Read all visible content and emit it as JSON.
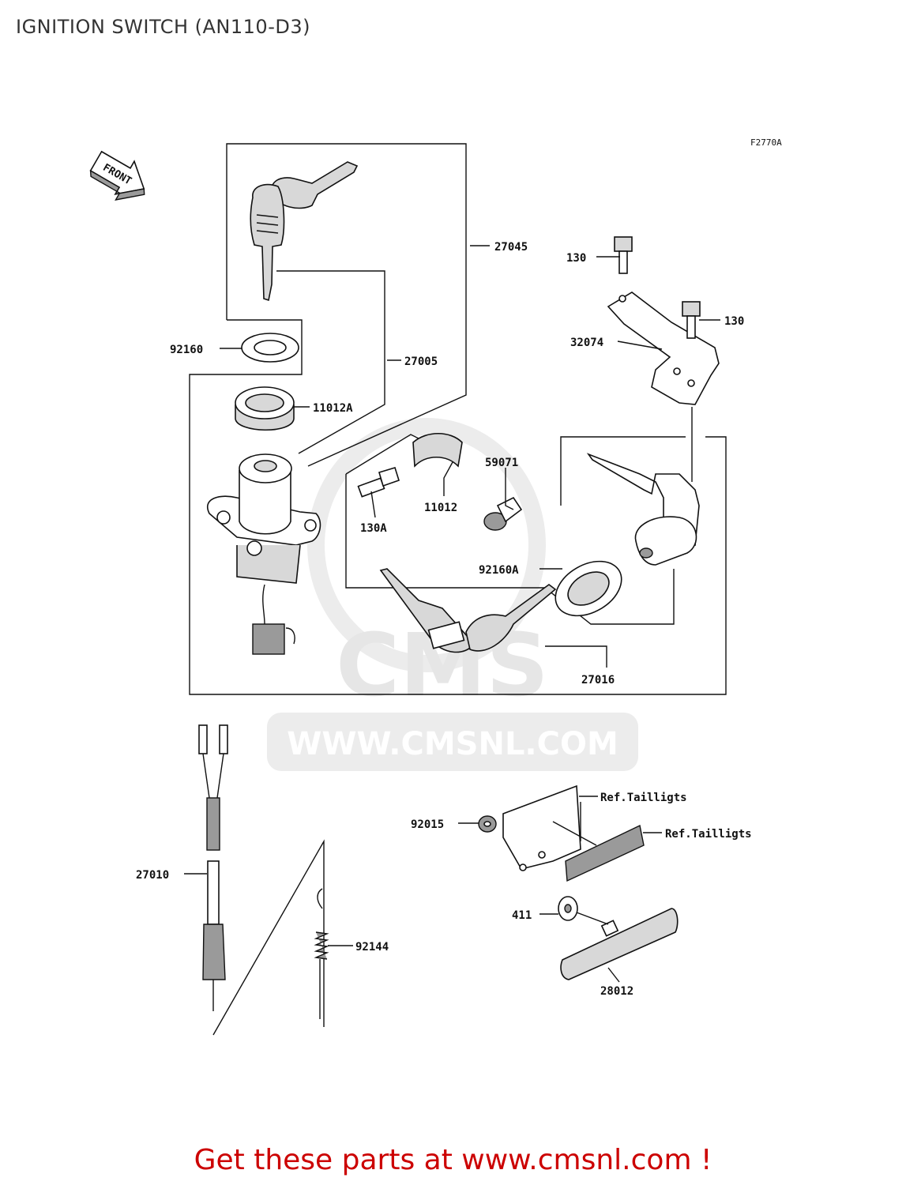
{
  "page": {
    "title": "IGNITION SWITCH (AN110-D3)"
  },
  "diagram": {
    "figure_code": "F2770A",
    "front_label": "FRONT",
    "watermark": {
      "brand": "CMS",
      "url": "WWW.CMSNL.COM"
    },
    "labels": {
      "p27045": "27045",
      "p27005": "27005",
      "p92160": "92160",
      "p11012A": "11012A",
      "p130_top": "130",
      "p130_right": "130",
      "p32074": "32074",
      "p59071": "59071",
      "p11012": "11012",
      "p130A": "130A",
      "p92160A": "92160A",
      "p27016": "27016",
      "ref_taillight_1": "Ref.Tailligts",
      "ref_taillight_2": "Ref.Tailligts",
      "p92015": "92015",
      "p27010": "27010",
      "p92144": "92144",
      "p411": "411",
      "p28012": "28012"
    }
  },
  "footer": {
    "text": "Get these parts at www.cmsnl.com !"
  }
}
